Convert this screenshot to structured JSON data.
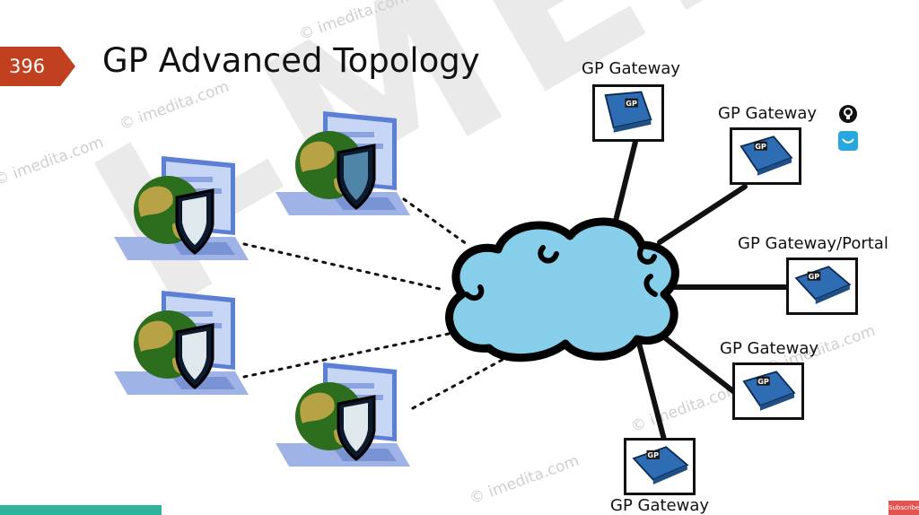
{
  "slide": {
    "number": "396",
    "title": "GP Advanced Topology"
  },
  "watermark": {
    "big_text": "I-MEDITA",
    "small_text": "© imedita.com"
  },
  "gateways": [
    {
      "label": "GP Gateway",
      "icon": "gp-device-icon"
    },
    {
      "label": "GP Gateway",
      "icon": "gp-device-icon"
    },
    {
      "label": "GP Gateway/Portal",
      "icon": "gp-device-icon"
    },
    {
      "label": "GP Gateway",
      "icon": "gp-device-icon"
    },
    {
      "label": "GP Gateway",
      "icon": "gp-device-icon"
    }
  ],
  "device_badge_text": "GP",
  "clients": [
    {
      "icon": "laptop-globe-shield-icon"
    },
    {
      "icon": "laptop-globe-shield-icon"
    },
    {
      "icon": "laptop-globe-shield-icon"
    },
    {
      "icon": "laptop-globe-shield-icon"
    }
  ],
  "cloud": {
    "icon": "internet-cloud-icon",
    "fill": "#87ceeb"
  },
  "colors": {
    "badge": "#c0401f",
    "device": "#2e6db4",
    "laptop": "#9fb3e6",
    "cloud": "#87ceeb"
  },
  "bottom_strip_text": "",
  "subscribe_text": "Subscribe"
}
